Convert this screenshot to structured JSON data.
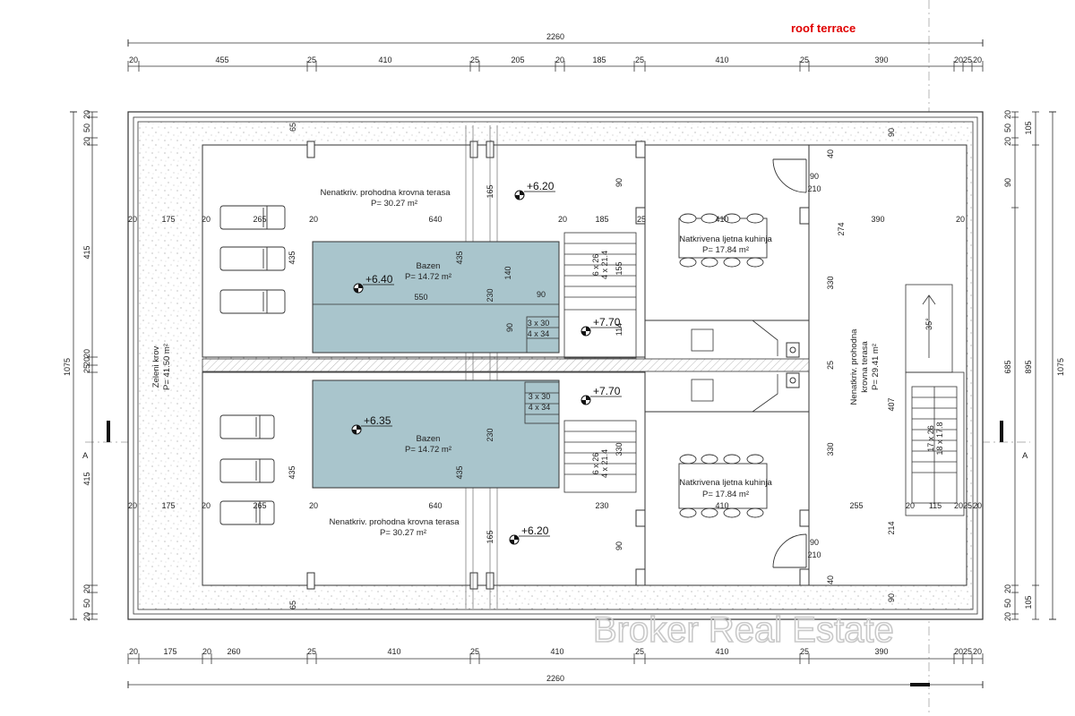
{
  "title": "roof terrace",
  "colors": {
    "title": "#e00000",
    "pool": "#a9c5cc",
    "line": "#333333",
    "gravel": "#bdbdbd"
  },
  "watermark": "Broker Real Estate",
  "overall": {
    "top": "2260",
    "bottom": "2260",
    "left": "1075",
    "right": "1075"
  },
  "top_dims": [
    "20",
    "455",
    "25",
    "410",
    "25",
    "205",
    "20",
    "185",
    "25",
    "410",
    "25",
    "390",
    "20",
    "25",
    "20"
  ],
  "bottom_dims": [
    "20",
    "175",
    "20",
    "260",
    "25",
    "410",
    "25",
    "410",
    "25",
    "410",
    "25",
    "390",
    "20",
    "25",
    "20"
  ],
  "left_dims": [
    "20",
    "50",
    "20",
    "415",
    "20",
    "20",
    "25",
    "415",
    "20",
    "50",
    "20"
  ],
  "right_outer_dims": [
    "105",
    "895",
    "105"
  ],
  "right_inner_dims": [
    "20",
    "50",
    "20",
    "90",
    "685",
    "20",
    "50",
    "20"
  ],
  "section_marks": [
    "A",
    "A"
  ],
  "areas": {
    "terrace_top": {
      "name": "Nenatkriv. prohodna krovna terasa",
      "area": "P= 30.27 m²"
    },
    "terrace_bottom": {
      "name": "Nenatkriv. prohodna krovna terasa",
      "area": "P= 30.27 m²"
    },
    "pool_top": {
      "name": "Bazen",
      "area": "P= 14.72 m²"
    },
    "pool_bottom": {
      "name": "Bazen",
      "area": "P= 14.72 m²"
    },
    "kitchen_top": {
      "name": "Natkrivena ljetna kuhinja",
      "area": "P= 17.84 m²"
    },
    "kitchen_bottom": {
      "name": "Natkrivena ljetna kuhinja",
      "area": "P= 17.84 m²"
    },
    "green_roof": {
      "name": "Zeleni krov",
      "area": "P= 41.50 m²"
    },
    "terrace_right": {
      "name": "Nenatkriv. prohodna",
      "name2": "krovna terasa",
      "area": "P= 29.41 m²"
    }
  },
  "elevations": {
    "pool_top": "+6.40",
    "pool_bottom": "+6.35",
    "terrace_top": "+6.20",
    "terrace_bottom": "+6.20",
    "stair_top": "+7.70",
    "stair_bottom": "+7.70"
  },
  "interior_dims": {
    "row_top": [
      "20",
      "175",
      "20",
      "265",
      "20",
      "640",
      "20",
      "185",
      "25",
      "410",
      "390",
      "20"
    ],
    "row_bottom": [
      "20",
      "175",
      "20",
      "265",
      "20",
      "640",
      "230",
      "410",
      "255",
      "20",
      "115",
      "20",
      "25",
      "20"
    ],
    "pool_len": "550",
    "pool_top_90": "90",
    "pool_140": "140",
    "pool_230": "230",
    "pool_435": "435",
    "pool_90v": "90",
    "bed_435": "435",
    "steps_top": "6 x 26",
    "steps_top2": "4 x 21.4",
    "steps_155": "155",
    "steps_bottom": "6 x 26",
    "steps_bottom2": "4 x 21.4",
    "steps_330": "330",
    "small_steps": "3 x 30",
    "small_steps2": "4 x 34",
    "door_w": "90",
    "door_h": "210",
    "v_165": "165",
    "v_90": "90",
    "v_65": "65",
    "v_40": "40",
    "kitchen_114": "114",
    "v_274": "274",
    "v_330": "330",
    "v_407": "407",
    "v_214": "214",
    "v_25": "25",
    "roof_angle": "35°",
    "stair_right": "17 x 26",
    "stair_right2": "18 x 17.8"
  }
}
